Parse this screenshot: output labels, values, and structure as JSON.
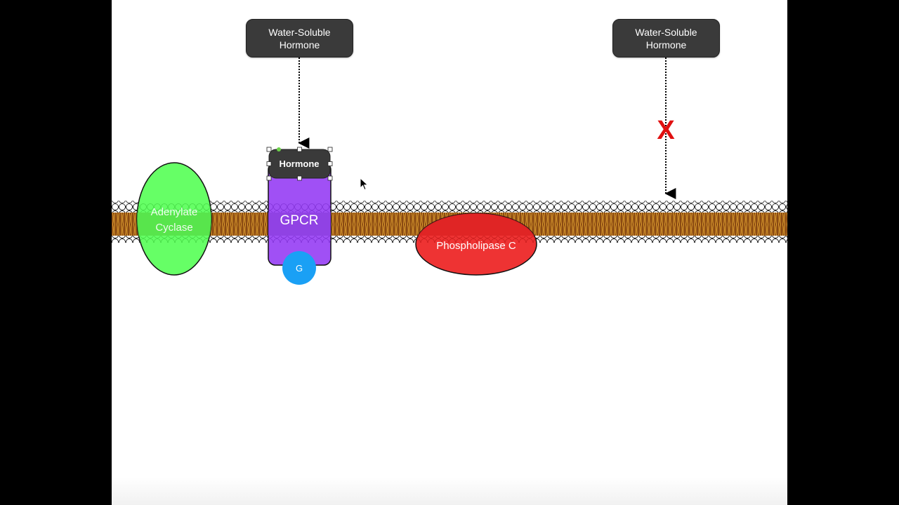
{
  "diagram": {
    "title": "Water-soluble hormone signaling at the plasma membrane",
    "hormone_boxes": [
      {
        "label_line1": "Water-Soluble",
        "label_line2": "Hormone",
        "outcome": "binds receptor"
      },
      {
        "label_line1": "Water-Soluble",
        "label_line2": "Hormone",
        "outcome": "blocked"
      }
    ],
    "bound_hormone_label": "Hormone",
    "receptor_label": "GPCR",
    "g_protein_label": "G",
    "enzymes": [
      {
        "label_line1": "Adenylate",
        "label_line2": "Cyclase",
        "color": "#66ff66"
      },
      {
        "label_line1": "Phospholipase C",
        "color": "#ee3333"
      }
    ],
    "blocked_marker": "X",
    "colors": {
      "hormone_box": "#3a3a3a",
      "gpcr": "#a050f5",
      "g_protein": "#1aa0f5",
      "adenylate_cyclase": "#66ff66",
      "phospholipase_c": "#ee3333",
      "blocked_marker": "#e01010",
      "lipid_tails": "#b5651d",
      "selection_handle_active": "#6cd04a"
    }
  }
}
